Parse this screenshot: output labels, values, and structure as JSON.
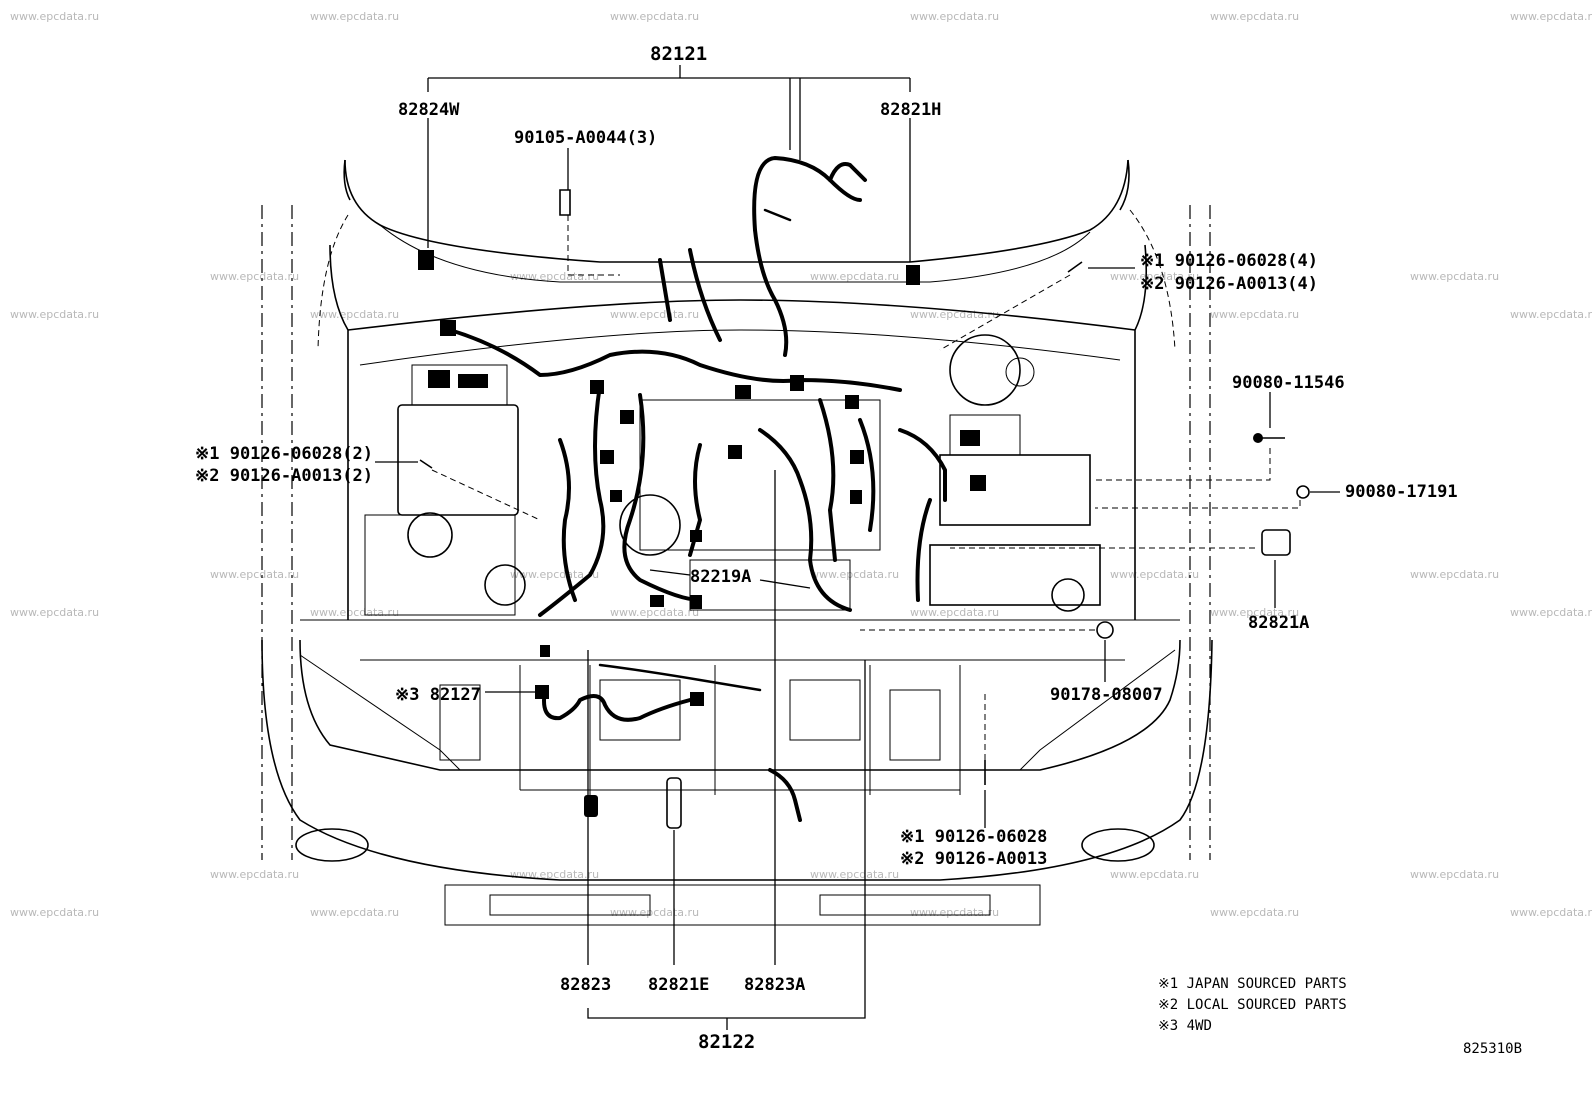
{
  "watermark": "www.epcdata.ru",
  "drawing_number": "825310B",
  "callouts": {
    "top_harness": "82121",
    "left_top_connector": "82824W",
    "right_top_connector": "82821H",
    "top_bolt": "90105-A0044(3)",
    "right_bolt_1": "※1 90126-06028(4)",
    "right_bolt_2": "※2 90126-A0013(4)",
    "bolt_11546": "90080-11546",
    "nut_17191": "90080-17191",
    "connector_82821a": "82821A",
    "clip_08007": "90178-08007",
    "left_bolt_1": "※1 90126-06028(2)",
    "left_bolt_2": "※2 90126-A0013(2)",
    "center_harness": "82219A",
    "wd_harness": "※3 82127",
    "lower_bolt_1": "※1 90126-06028",
    "lower_bolt_2": "※2 90126-A0013",
    "bottom_1": "82823",
    "bottom_2": "82821E",
    "bottom_3": "82823A",
    "bottom_harness": "82122"
  },
  "legend": [
    "※1 JAPAN SOURCED PARTS",
    "※2 LOCAL SOURCED PARTS",
    "※3 4WD"
  ]
}
